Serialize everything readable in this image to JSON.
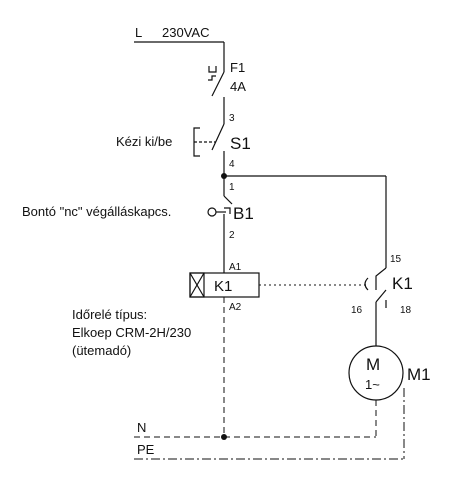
{
  "supply": {
    "line_label": "L",
    "voltage": "230VAC"
  },
  "fuse": {
    "ref": "F1",
    "rating": "4A",
    "pin_out": "3"
  },
  "switch": {
    "description": "Kézi ki/be",
    "ref": "S1",
    "pin_out": "4"
  },
  "limit_switch": {
    "description": "Bontó \"nc\" végálláskapcs.",
    "ref": "B1",
    "pin_in": "1",
    "pin_out": "2"
  },
  "relay": {
    "ref": "K1",
    "pin_a1": "A1",
    "pin_a2": "A2",
    "note_line1": "Időrelé típus:",
    "note_line2": "Elkoep CRM-2H/230",
    "note_line3": "(ütemadó)"
  },
  "contact": {
    "ref": "K1",
    "pin_15": "15",
    "pin_16": "16",
    "pin_18": "18"
  },
  "motor": {
    "ref": "M1",
    "symbol": "M",
    "ac_symbol": "1~"
  },
  "rails": {
    "neutral": "N",
    "protective_earth": "PE"
  }
}
